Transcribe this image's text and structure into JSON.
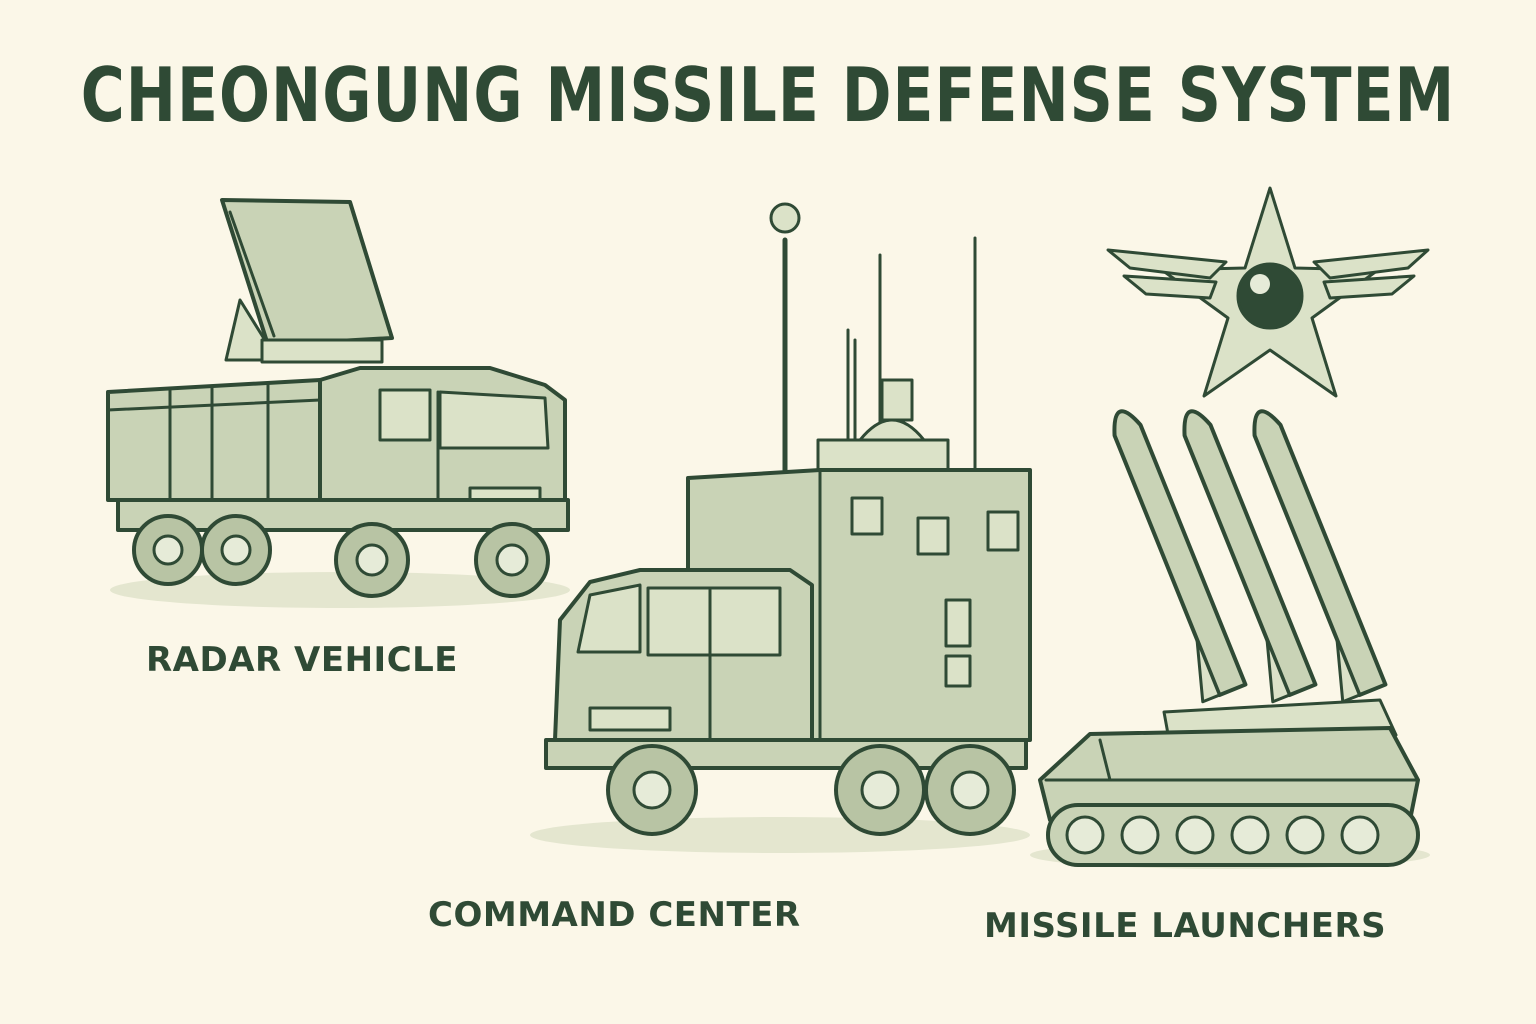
{
  "title": "CHEONGUNG MISSILE DEFENSE SYSTEM",
  "labels": {
    "radar": "RADAR VEHICLE",
    "command": "COMMAND CENTER",
    "missile": "MISSILE LAUNCHERS"
  },
  "colors": {
    "background": "#fbf7e8",
    "ink": "#2f4a35",
    "fill": "#c9d3b6"
  },
  "icons": [
    "radar-truck-illustration",
    "command-truck-illustration",
    "missile-launcher-illustration",
    "winged-star-emblem-icon"
  ]
}
